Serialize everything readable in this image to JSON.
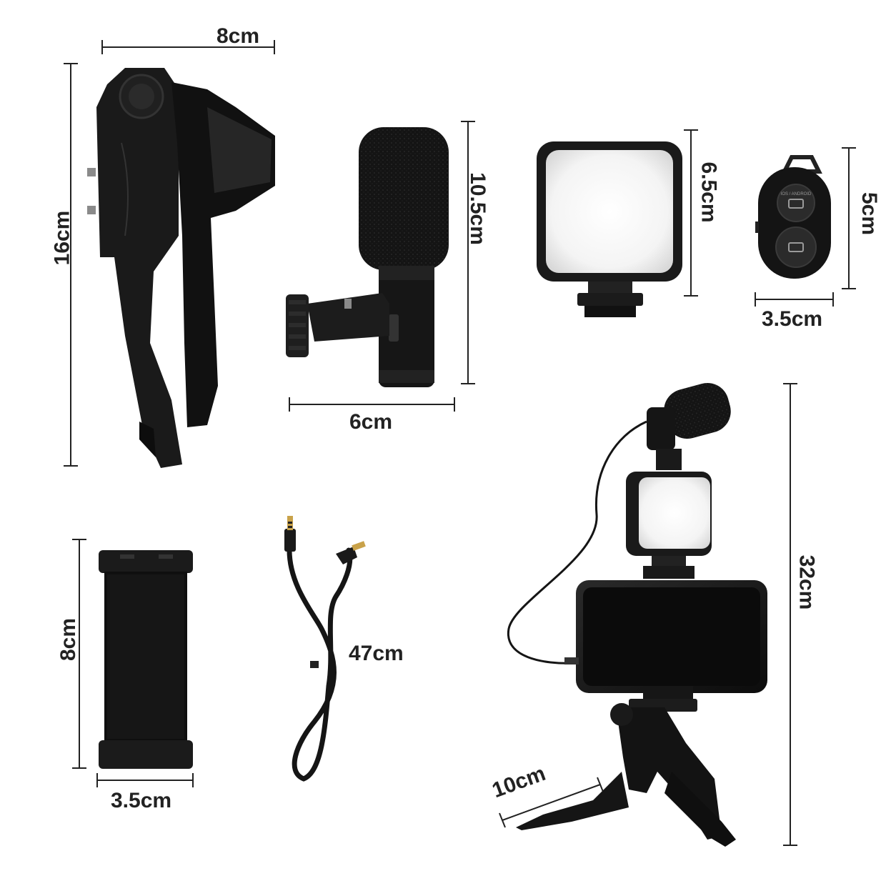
{
  "labels": {
    "tripod_width": "8cm",
    "tripod_height": "16cm",
    "mic_height": "10.5cm",
    "mic_width": "6cm",
    "light_height": "6.5cm",
    "remote_height": "5cm",
    "remote_width": "3.5cm",
    "holder_height": "8cm",
    "holder_width": "3.5cm",
    "cable_length": "47cm",
    "kit_height": "32cm",
    "kit_base": "10cm"
  },
  "remote_button_text": "IOS / ANDROID"
}
